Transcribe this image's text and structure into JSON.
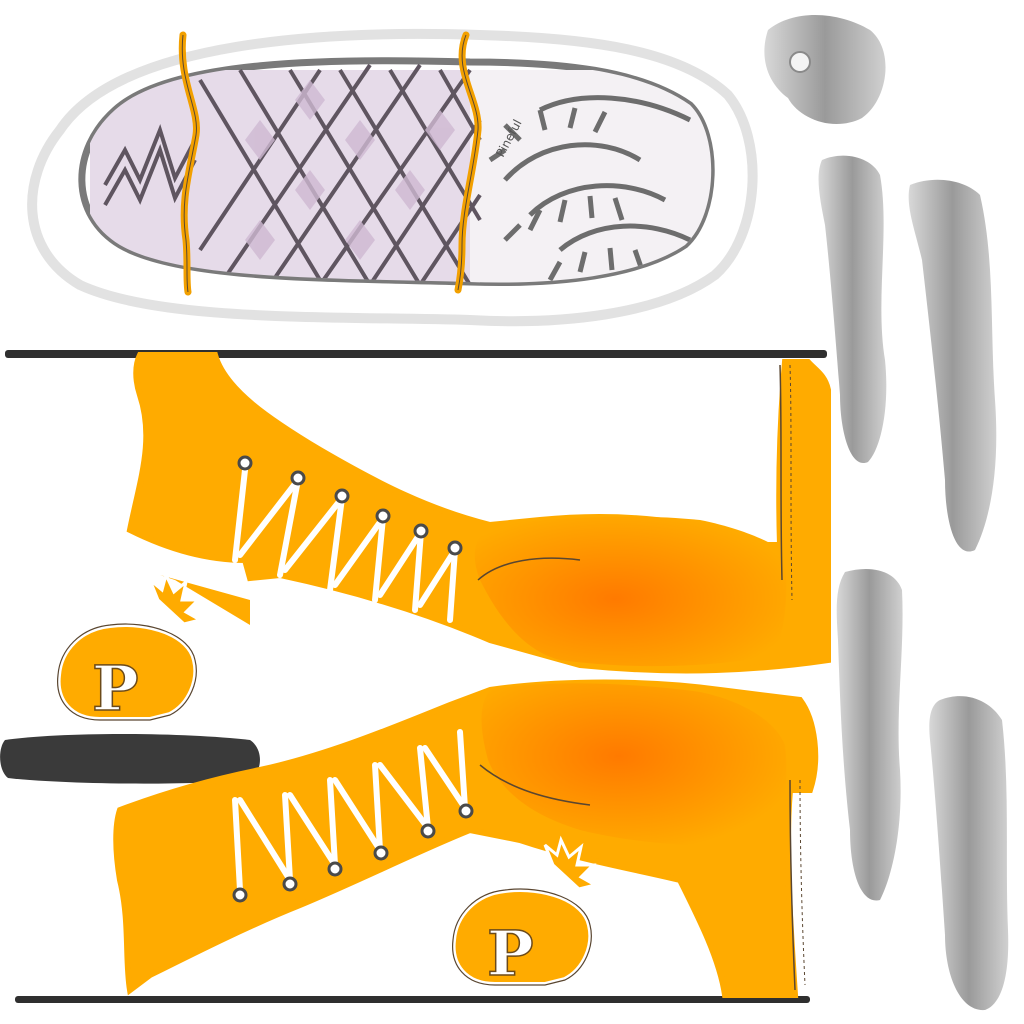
{
  "texture": {
    "colors": {
      "canvas": "#ffffff",
      "upper": "#ffab00",
      "upper_shade": "#ff7f00",
      "upper_outline": "#5a4630",
      "lace": "#ffffff",
      "eyelet": "#8a8a8a",
      "sole_outline": "#7a7a7a",
      "sole_fill": "#e6dbe9",
      "sole_pattern": "#5f5560",
      "sole_ridges": "#6d6d6d",
      "strap": "#ffab00",
      "trim_band": "#2f2f2f",
      "gray_patch": "#b5b5b5"
    },
    "sole": {
      "brand_text": "Pineful"
    },
    "logo": {
      "letter": "P",
      "emblem": "pineapple-logo"
    },
    "lace_panels": [
      {
        "name": "upper-quarter-top",
        "eyelet_count": 6
      },
      {
        "name": "upper-quarter-bottom",
        "eyelet_count": 6
      }
    ]
  }
}
